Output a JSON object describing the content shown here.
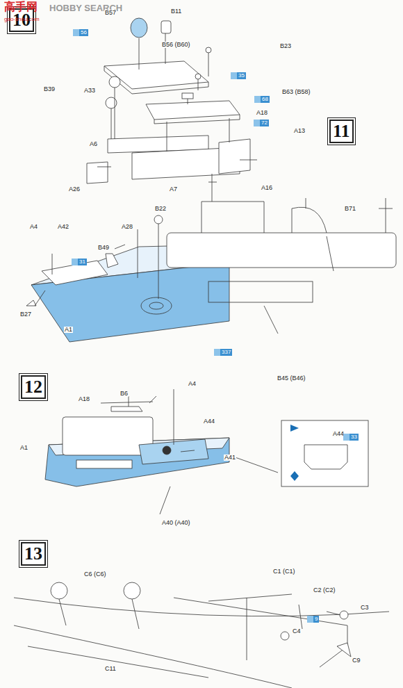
{
  "diagram": {
    "nodes": [
      {
        "text": [
          "10"
        ]
      },
      {
        "text": [
          "11"
        ]
      },
      {
        "text": [
          "12"
        ]
      },
      {
        "text": [
          "13"
        ]
      }
    ],
    "labels": [
      "高手网",
      "HOBBY SEARCH",
      "gao-shou.com",
      "B57",
      "B11",
      "B56 (B60)",
      "B23",
      "B39",
      "A33",
      "B63 (B58)",
      "A18",
      "A13",
      "A6",
      "A26",
      "A7",
      "A16",
      "B71",
      "B22",
      "A4",
      "A42",
      "A28",
      "B49",
      "B27",
      "A1",
      "B45 (B46)",
      "B6",
      "A18",
      "A4",
      "A44",
      "A41",
      "A1",
      "A40 (A40)",
      "A44",
      "C6 (C6)",
      "C1 (C1)",
      "C2 (C2)",
      "C3",
      "C4",
      "C9",
      "C11",
      "56",
      "35",
      "68",
      "72",
      "31",
      "337",
      "33",
      "9"
    ]
  }
}
